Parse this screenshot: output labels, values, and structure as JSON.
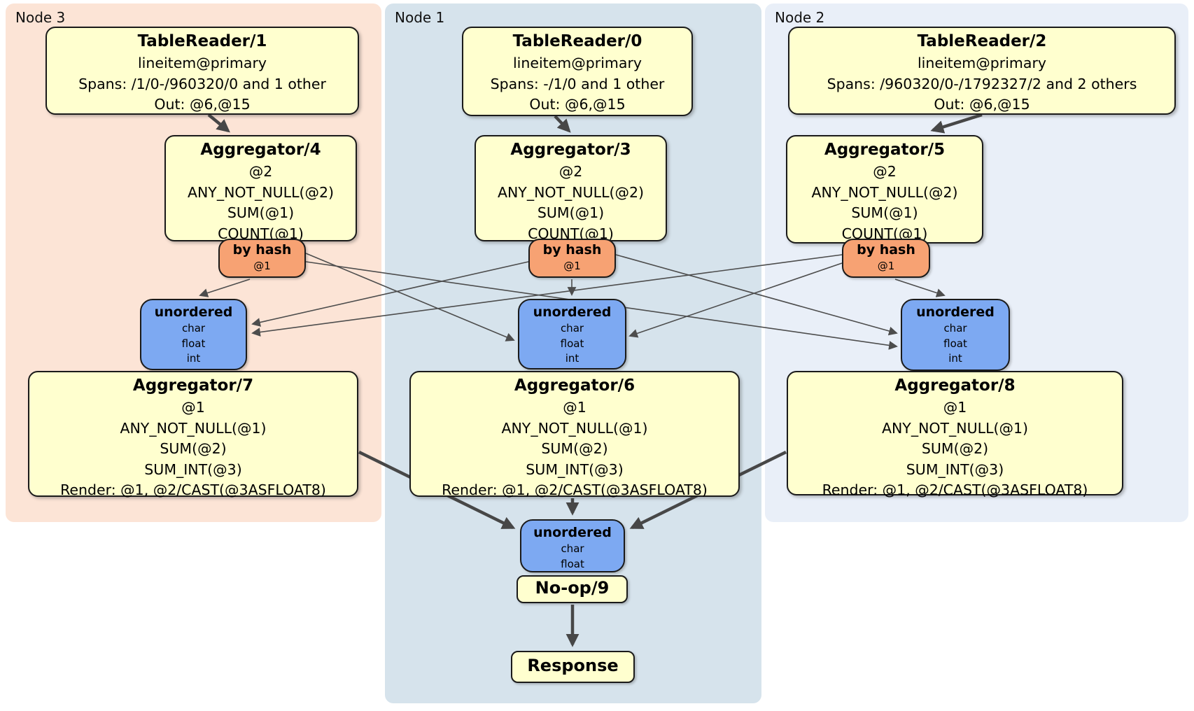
{
  "colors": {
    "region_node3": "#fce4d6",
    "region_node1": "#d6e3ec",
    "region_node2": "#e9eff8",
    "processor_box": "#ffffcf",
    "router_box": "#f7a273",
    "sync_box": "#7da9f2",
    "edge": "#4d4d4d",
    "border": "#1a1a1a"
  },
  "regions": {
    "node3": {
      "label": "Node 3"
    },
    "node1": {
      "label": "Node 1"
    },
    "node2": {
      "label": "Node 2"
    }
  },
  "processors": {
    "tr1": {
      "title": "TableReader/1",
      "lines": [
        "lineitem@primary",
        "Spans: /1/0-/960320/0 and 1 other",
        "Out: @6,@15"
      ]
    },
    "tr0": {
      "title": "TableReader/0",
      "lines": [
        "lineitem@primary",
        "Spans: -/1/0 and 1 other",
        "Out: @6,@15"
      ]
    },
    "tr2": {
      "title": "TableReader/2",
      "lines": [
        "lineitem@primary",
        "Spans: /960320/0-/1792327/2 and 2 others",
        "Out: @6,@15"
      ]
    },
    "agg4": {
      "title": "Aggregator/4",
      "lines": [
        "@2",
        "ANY_NOT_NULL(@2)",
        "SUM(@1)",
        "COUNT(@1)"
      ]
    },
    "agg3": {
      "title": "Aggregator/3",
      "lines": [
        "@2",
        "ANY_NOT_NULL(@2)",
        "SUM(@1)",
        "COUNT(@1)"
      ]
    },
    "agg5": {
      "title": "Aggregator/5",
      "lines": [
        "@2",
        "ANY_NOT_NULL(@2)",
        "SUM(@1)",
        "COUNT(@1)"
      ]
    },
    "agg7": {
      "title": "Aggregator/7",
      "lines": [
        "@1",
        "ANY_NOT_NULL(@1)",
        "SUM(@2)",
        "SUM_INT(@3)",
        "Render: @1, @2/CAST(@3ASFLOAT8)"
      ]
    },
    "agg6": {
      "title": "Aggregator/6",
      "lines": [
        "@1",
        "ANY_NOT_NULL(@1)",
        "SUM(@2)",
        "SUM_INT(@3)",
        "Render: @1, @2/CAST(@3ASFLOAT8)"
      ]
    },
    "agg8": {
      "title": "Aggregator/8",
      "lines": [
        "@1",
        "ANY_NOT_NULL(@1)",
        "SUM(@2)",
        "SUM_INT(@3)",
        "Render: @1, @2/CAST(@3ASFLOAT8)"
      ]
    },
    "noop": {
      "title": "No-op/9"
    },
    "resp": {
      "title": "Response"
    }
  },
  "routers": {
    "hashL": {
      "label": "by hash",
      "detail": "@1"
    },
    "hashM": {
      "label": "by hash",
      "detail": "@1"
    },
    "hashR": {
      "label": "by hash",
      "detail": "@1"
    }
  },
  "syncs": {
    "unL": {
      "label": "unordered",
      "types": [
        "char",
        "float",
        "int"
      ]
    },
    "unM": {
      "label": "unordered",
      "types": [
        "char",
        "float",
        "int"
      ]
    },
    "unR": {
      "label": "unordered",
      "types": [
        "char",
        "float",
        "int"
      ]
    },
    "unF": {
      "label": "unordered",
      "types": [
        "char",
        "float"
      ]
    }
  }
}
